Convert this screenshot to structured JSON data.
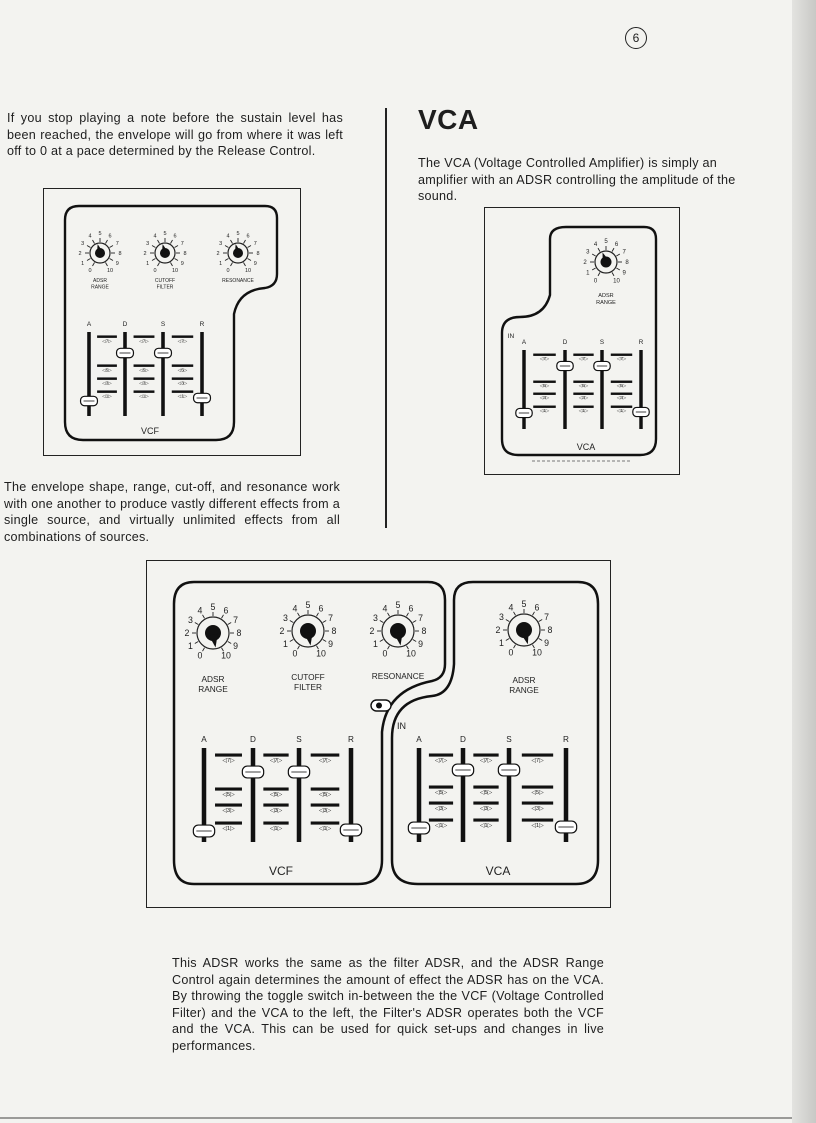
{
  "page_number": "6",
  "left_column": {
    "intro_paragraph": "If you stop playing a note before the sustain level has been reached, the envelope will go from where it was left off to 0 at a pace determined by the Release Control.",
    "body_paragraph": "The envelope shape, range, cut-off, and resonance work with one another to produce vastly different effects from a single source, and virtually unlimited effects from all combinations of sources."
  },
  "right_column": {
    "heading": "VCA",
    "paragraph": "The VCA (Voltage Controlled Amplifier) is simply an amplifier with an ADSR controlling the amplitude of the sound."
  },
  "bottom_paragraph": "This ADSR works the same as the filter ADSR, and the ADSR Range Control again determines the amount of effect the ADSR has on the VCA. By throwing the toggle switch in-between the the VCF (Voltage Controlled Filter) and the VCA to the left, the Filter's ADSR operates both the VCF and the VCA. This can be used for quick set-ups and changes in live performances.",
  "figures": {
    "vcf_panel": {
      "knobs": [
        {
          "label_1": "ADSR",
          "label_2": "RANGE"
        },
        {
          "label_1": "CUTOFF",
          "label_2": "FILTER"
        },
        {
          "label_1": "RESONANCE",
          "label_2": ""
        }
      ],
      "slider_letters": [
        "A",
        "D",
        "S",
        "R"
      ],
      "scale_labels": [
        "7",
        "5",
        "3",
        "1"
      ],
      "panel_label": "VCF"
    },
    "vca_panel": {
      "knobs": [
        {
          "label_1": "ADSR",
          "label_2": "RANGE"
        }
      ],
      "slider_letters": [
        "A",
        "D",
        "S",
        "R"
      ],
      "scale_labels": [
        "7",
        "5",
        "3",
        "1"
      ],
      "input_label": "IN",
      "panel_label": "VCA"
    },
    "combined_panel": {
      "vcf_knobs": [
        {
          "label_1": "ADSR",
          "label_2": "RANGE"
        },
        {
          "label_1": "CUTOFF",
          "label_2": "FILTER"
        },
        {
          "label_1": "RESONANCE",
          "label_2": ""
        }
      ],
      "vca_knobs": [
        {
          "label_1": "ADSR",
          "label_2": "RANGE"
        }
      ],
      "slider_letters": [
        "A",
        "D",
        "S",
        "R"
      ],
      "scale_labels": [
        "7",
        "5",
        "3",
        "1"
      ],
      "input_label": "IN",
      "vcf_label": "VCF",
      "vca_label": "VCA"
    },
    "dial": {
      "scale_numbers": [
        "0",
        "1",
        "2",
        "3",
        "4",
        "5",
        "6",
        "7",
        "8",
        "9",
        "10"
      ]
    }
  }
}
